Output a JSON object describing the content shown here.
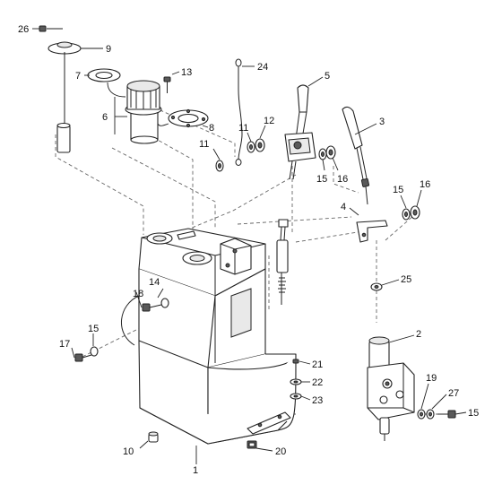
{
  "callouts": [
    {
      "id": "c1",
      "text": "1"
    },
    {
      "id": "c2",
      "text": "2"
    },
    {
      "id": "c3",
      "text": "3"
    },
    {
      "id": "c4",
      "text": "4"
    },
    {
      "id": "c5",
      "text": "5"
    },
    {
      "id": "c6",
      "text": "6"
    },
    {
      "id": "c7",
      "text": "7"
    },
    {
      "id": "c8",
      "text": "8"
    },
    {
      "id": "c9",
      "text": "9"
    },
    {
      "id": "c10",
      "text": "10"
    },
    {
      "id": "c11a",
      "text": "11"
    },
    {
      "id": "c11b",
      "text": "11"
    },
    {
      "id": "c12",
      "text": "12"
    },
    {
      "id": "c13",
      "text": "13"
    },
    {
      "id": "c14",
      "text": "14"
    },
    {
      "id": "c15a",
      "text": "15"
    },
    {
      "id": "c15b",
      "text": "15"
    },
    {
      "id": "c15c",
      "text": "15"
    },
    {
      "id": "c15d",
      "text": "15"
    },
    {
      "id": "c16a",
      "text": "16"
    },
    {
      "id": "c16b",
      "text": "16"
    },
    {
      "id": "c17",
      "text": "17"
    },
    {
      "id": "c18",
      "text": "18"
    },
    {
      "id": "c19",
      "text": "19"
    },
    {
      "id": "c20",
      "text": "20"
    },
    {
      "id": "c21",
      "text": "21"
    },
    {
      "id": "c22",
      "text": "22"
    },
    {
      "id": "c23",
      "text": "23"
    },
    {
      "id": "c24",
      "text": "24"
    },
    {
      "id": "c25",
      "text": "25"
    },
    {
      "id": "c26",
      "text": "26"
    },
    {
      "id": "c27",
      "text": "27"
    }
  ]
}
